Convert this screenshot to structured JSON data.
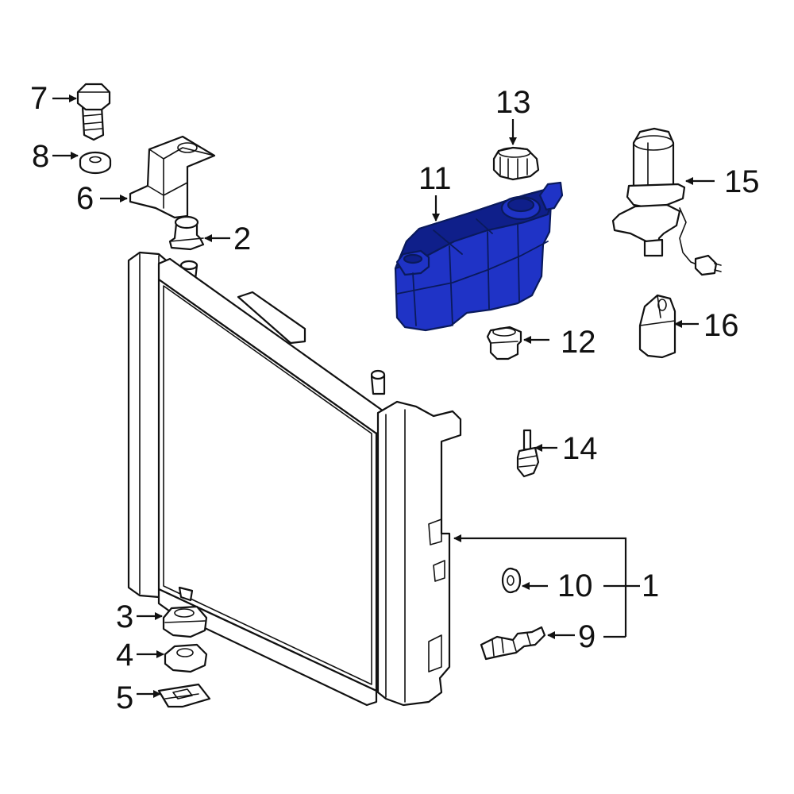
{
  "colors": {
    "highlight": "#1f33c6",
    "highlight_dark": "#0f1f8a",
    "line": "#111111",
    "background": "#ffffff"
  },
  "callouts": {
    "p1": "1",
    "p2": "2",
    "p3": "3",
    "p4": "4",
    "p5": "5",
    "p6": "6",
    "p7": "7",
    "p8": "8",
    "p9": "9",
    "p10": "10",
    "p11": "11",
    "p12": "12",
    "p13": "13",
    "p14": "14",
    "p15": "15",
    "p16": "16"
  },
  "highlighted_part": "11"
}
